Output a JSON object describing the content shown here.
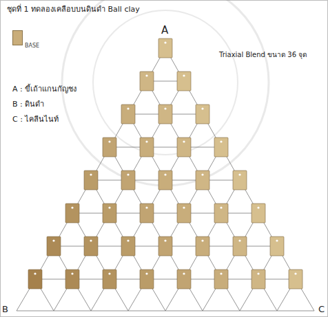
{
  "diagram": {
    "title": "ชุดที่ 1 ทดลองเคลือบบนดินดำ Ball clay",
    "labels": [
      "A",
      "B",
      "C",
      "Triaxial Blend ขนาด 36 จุด",
      "A : ขี้เถ้าแกนกัญชง",
      "B : ดินดำ",
      "C : ไคลีนไนท์"
    ],
    "legend": [
      {
        "text": "BASE",
        "color": "#c9ad7a"
      }
    ]
  }
}
